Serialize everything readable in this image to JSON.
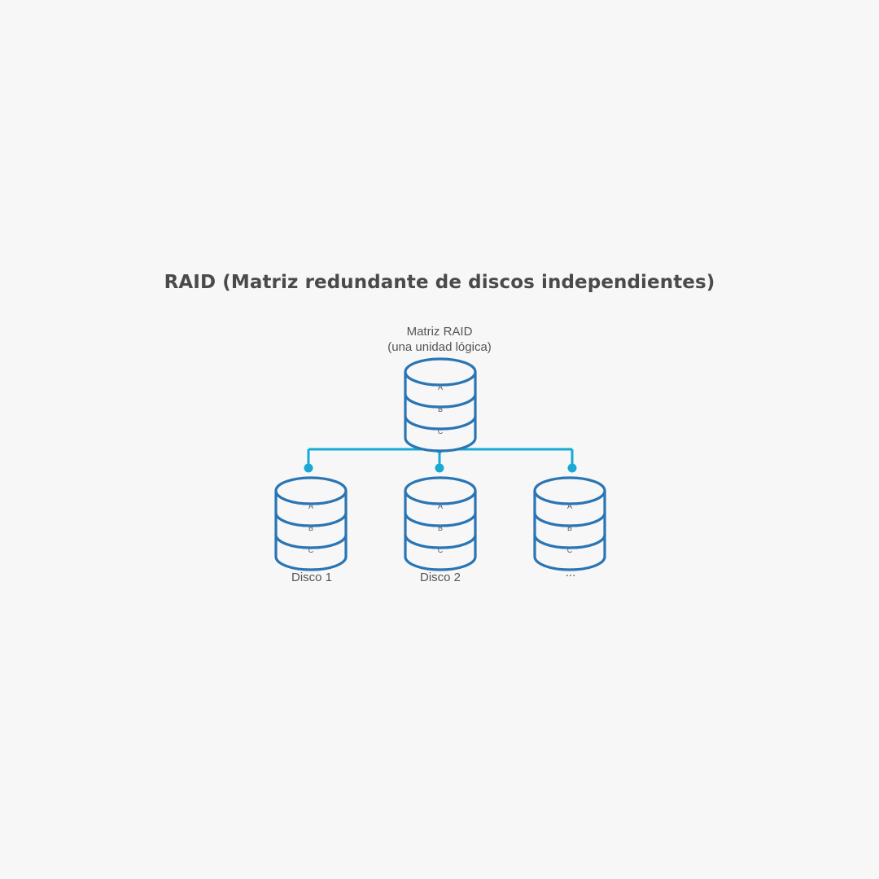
{
  "title": "RAID (Matriz redundante de discos independientes)",
  "colors": {
    "disk": "#2a75b3",
    "connector": "#18a9d4",
    "text": "#555555",
    "title": "#4a4a4a",
    "background": "#f7f7f8"
  },
  "array": {
    "label_line1": "Matriz RAID",
    "label_line2": "(una unidad lógica)",
    "slots": [
      "A",
      "B",
      "C"
    ]
  },
  "disks": [
    {
      "label": "Disco 1",
      "slots": [
        "A",
        "B",
        "C"
      ]
    },
    {
      "label": "Disco 2",
      "slots": [
        "A",
        "B",
        "C"
      ]
    },
    {
      "label": "...",
      "slots": [
        "A",
        "B",
        "C"
      ]
    }
  ]
}
